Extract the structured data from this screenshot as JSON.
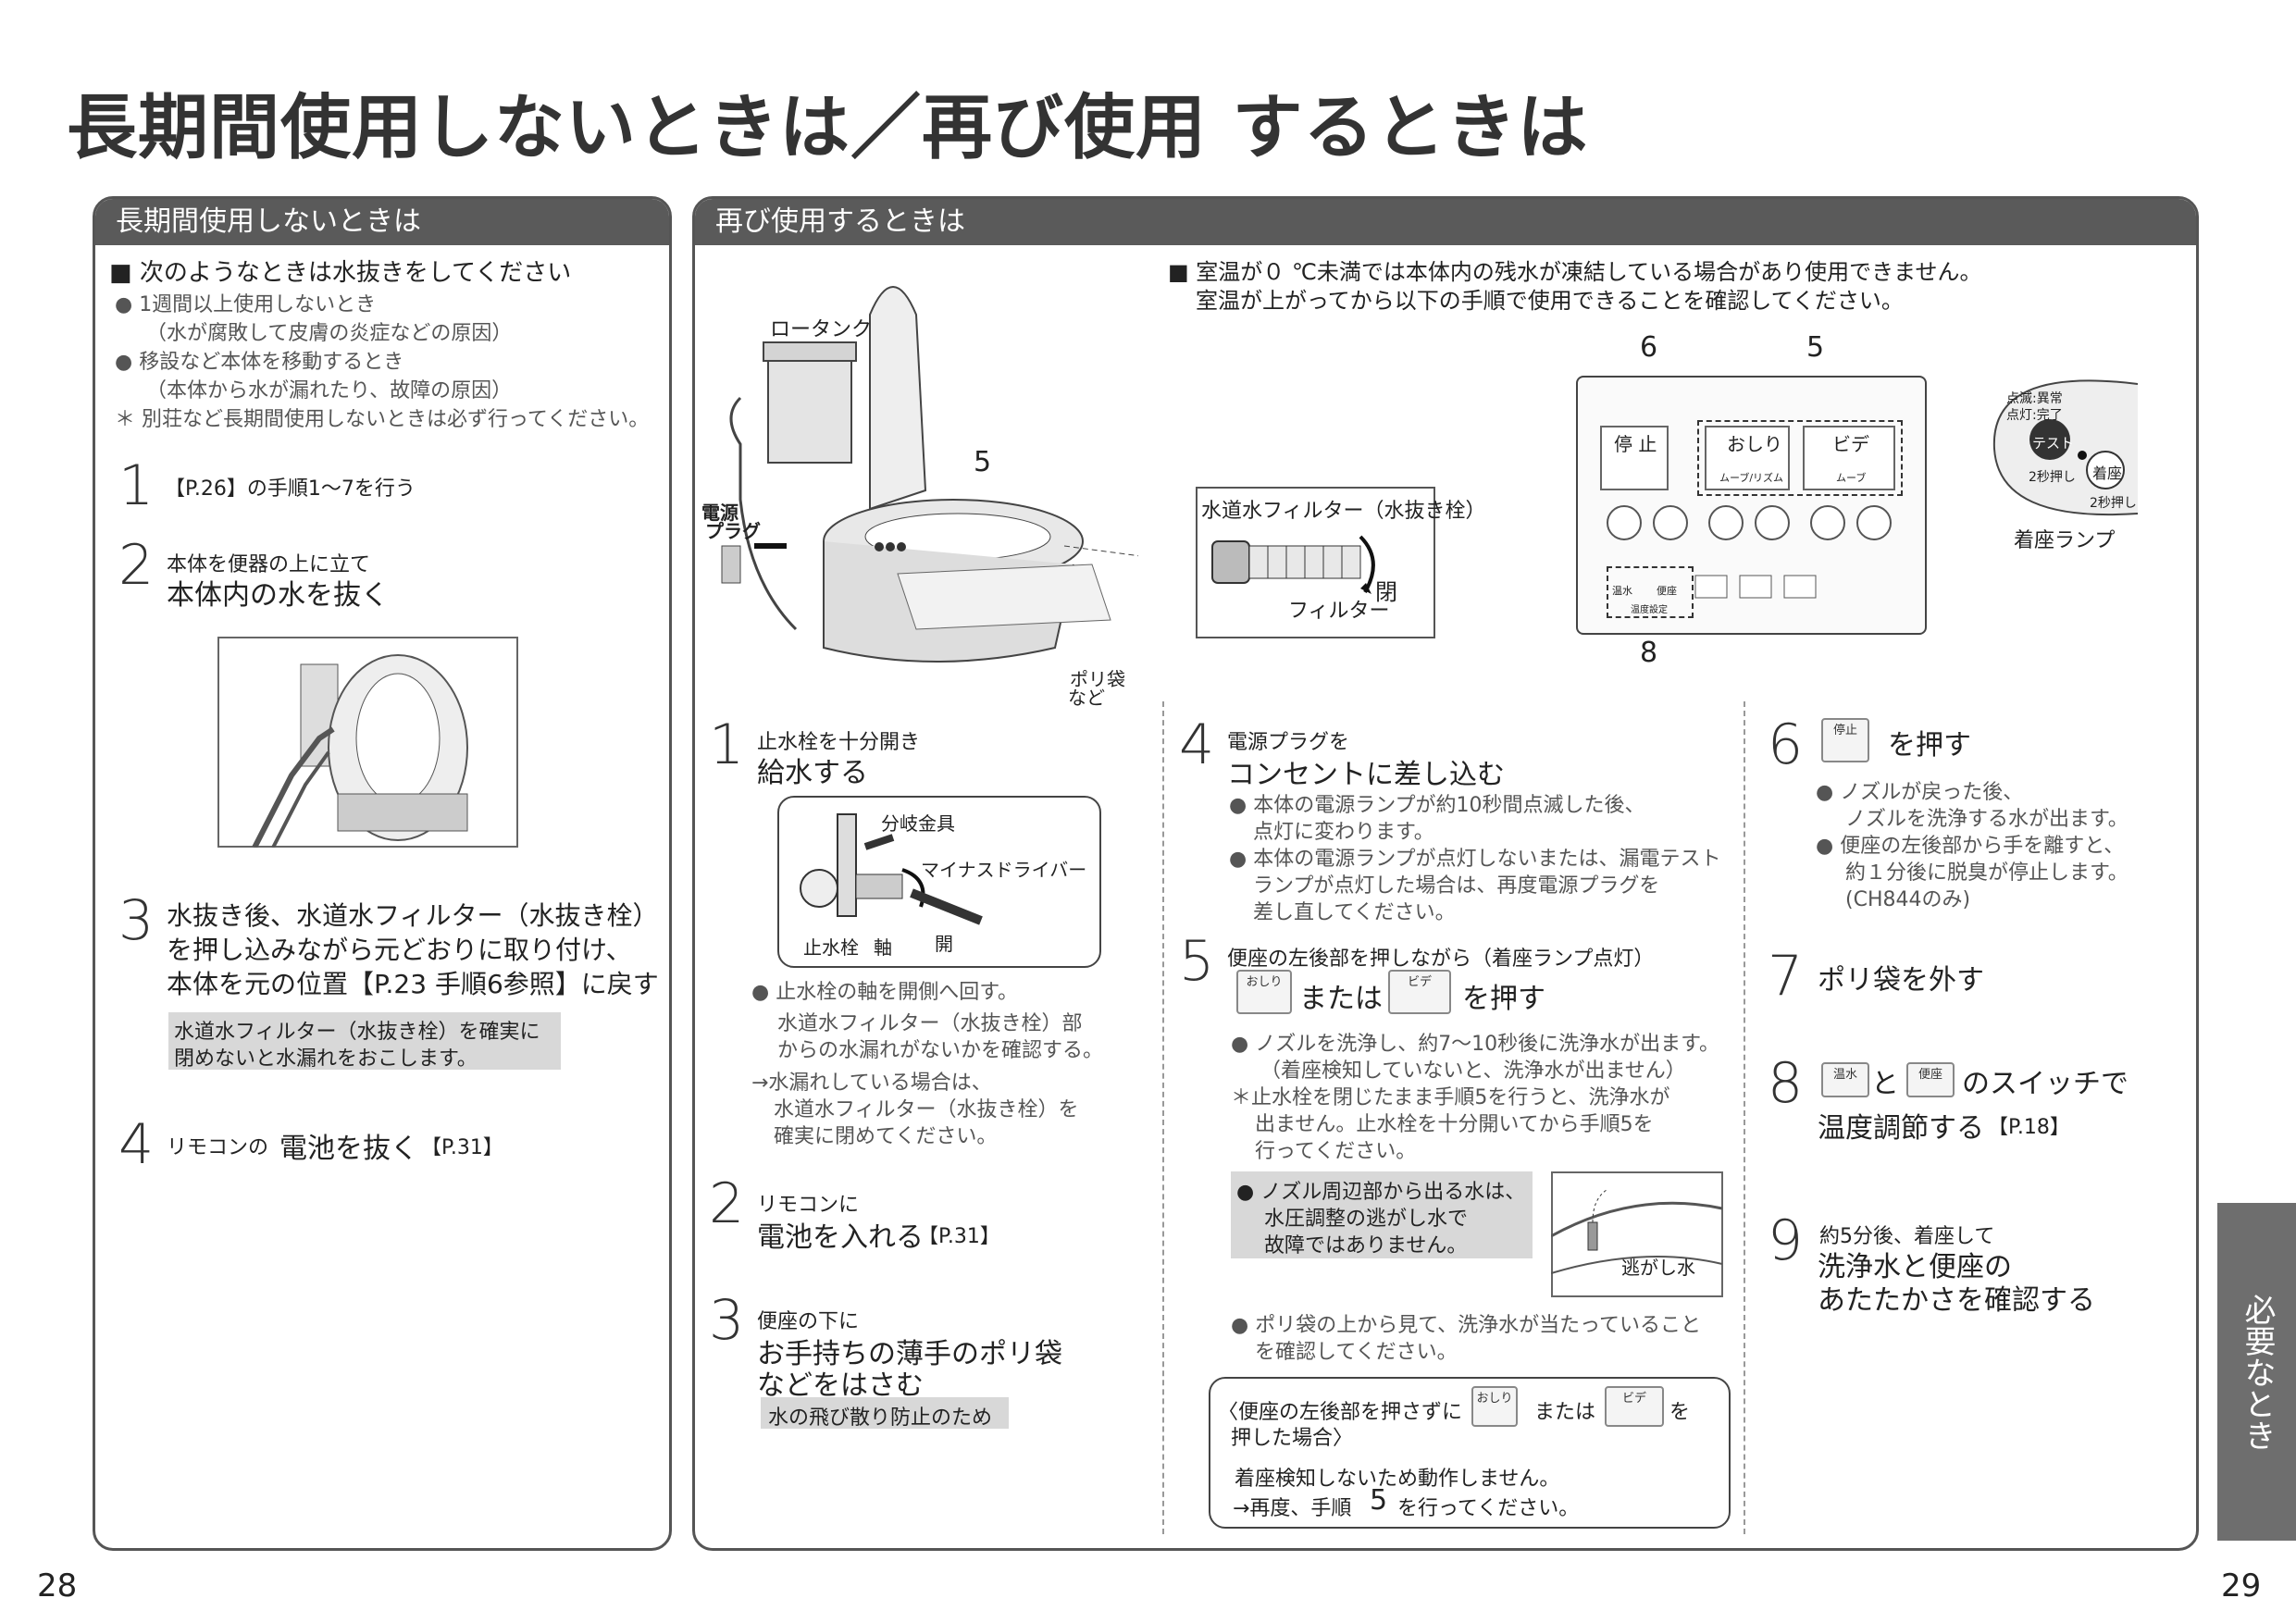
{
  "title": "長期間使用しないときは／再び使用 するときは",
  "left_panel": {
    "heading": "長期間使用しないときは",
    "intro": "■ 次のようなときは水抜きをしてください",
    "bullets": [
      "● 1週間以上使用しないとき",
      "（水が腐敗して皮膚の炎症などの原因）",
      "● 移設など本体を移動するとき",
      "（本体から水が漏れたり、故障の原因）",
      "＊ 別荘など長期間使用しないときは必ず行ってください。"
    ],
    "step1": {
      "num": "1",
      "text": "【P.26】の手順1～7を行う"
    },
    "step2": {
      "num": "2",
      "small": "本体を便器の上に立て",
      "main": "本体内の水を抜く"
    },
    "step3": {
      "num": "3",
      "line1": "水抜き後、水道水フィルター（水抜き栓）",
      "line2": "を押し込みながら元どおりに取り付け、",
      "line3": "本体を元の位置【P.23 手順6参照】に戻す"
    },
    "step3_note": [
      "水道水フィルター（水抜き栓）を確実に",
      "閉めないと水漏れをおこします。"
    ],
    "step4": {
      "num": "4",
      "small": "リモコンの",
      "main": "電池を抜く",
      "ref": "【P.31】"
    }
  },
  "right_panel": {
    "heading": "再び使用するときは",
    "warning": [
      "■ 室温が０ ℃未満では本体内の残水が凍結している場合があり使用できません。",
      "室温が上がってから以下の手順で使用できることを確認してください。"
    ],
    "diagram_labels": {
      "low_tank": "ロータンク",
      "power_plug": [
        "電源",
        "プラグ"
      ],
      "poly_bag": [
        "ポリ袋",
        "など"
      ],
      "filter_title": "水道水フィルター（水抜き栓）",
      "filter": "フィルター",
      "close": "閉",
      "five": "5",
      "six": "6",
      "eight": "8",
      "remote_stop": "停 止",
      "remote_oshiri": "おしり",
      "remote_oshiri_sub": "ムーブ/リズム",
      "remote_bide": "ビデ",
      "remote_bide_sub": "ムーブ",
      "remote_onsui": "温水",
      "remote_benza": "便座",
      "remote_ondo": "温度設定",
      "lamp_blink": [
        "点滅:異常",
        "点灯:完了"
      ],
      "test": "テスト",
      "two_sec_1": "2秒押し",
      "seat": "着座",
      "two_sec_2": "2秒押し",
      "seat_lamp": "着座ランプ"
    },
    "col1": {
      "step1": {
        "num": "1",
        "small": "止水栓を十分開き",
        "main": "給水する"
      },
      "valve_labels": {
        "branch": "分岐金具",
        "driver": "マイナスドライバー",
        "stop_valve": "止水栓",
        "shaft": "軸",
        "open": "開"
      },
      "notes": [
        "● 止水栓の軸を開側へ回す。",
        "水道水フィルター（水抜き栓）部",
        "からの水漏れがないかを確認する。",
        "→水漏れしている場合は、",
        "水道水フィルター（水抜き栓）を",
        "確実に閉めてください。"
      ],
      "step2": {
        "num": "2",
        "small": "リモコンに",
        "main": "電池を入れる",
        "ref": "【P.31】"
      },
      "step3": {
        "num": "3",
        "small": "便座の下に",
        "main1": "お手持ちの薄手のポリ袋",
        "main2": "などをはさむ"
      },
      "step3_note": "水の飛び散り防止のため"
    },
    "col2": {
      "step4": {
        "num": "4",
        "small": "電源プラグを",
        "main": "コンセントに差し込む"
      },
      "step4_notes": [
        "● 本体の電源ランプが約10秒間点滅した後、",
        "点灯に変わります。",
        "● 本体の電源ランプが点灯しないまたは、漏電テスト",
        "ランプが点灯した場合は、再度電源プラグを",
        "差し直してください。"
      ],
      "step5": {
        "num": "5",
        "small": "便座の左後部を押しながら（着座ランプ点灯）",
        "or": "または",
        "press": "を押す"
      },
      "step5_notes": [
        "● ノズルを洗浄し、約7～10秒後に洗浄水が出ます。",
        "（着座検知していないと、洗浄水が出ません）",
        "＊止水栓を閉じたまま手順5を行うと、洗浄水が",
        "出ません。止水栓を十分開いてから手順5を",
        "行ってください。"
      ],
      "gray_note": [
        "● ノズル周辺部から出る水は、",
        "水圧調整の逃がし水で",
        "故障ではありません。"
      ],
      "escape": "逃がし水",
      "poly_note": [
        "● ポリ袋の上から見て、洗浄水が当たっていること",
        "を確認してください。"
      ],
      "box": {
        "l1a": "〈便座の左後部を押さずに",
        "l1b": "または",
        "l1c": "を",
        "l2": "押した場合〉",
        "l3": "着座検知しないため動作しません。",
        "l4a": "→再度、手順",
        "l4b": "5",
        "l4c": "を行ってください。"
      }
    },
    "col3": {
      "step6": {
        "num": "6",
        "press": "を押す",
        "icon": "停止"
      },
      "step6_notes": [
        "● ノズルが戻った後、",
        "ノズルを洗浄する水が出ます。",
        "● 便座の左後部から手を離すと、",
        "約１分後に脱臭が停止します。",
        "(CH844のみ)"
      ],
      "step7": {
        "num": "7",
        "main": "ポリ袋を外す"
      },
      "step8": {
        "num": "8",
        "and": "と",
        "main": "のスイッチで",
        "main2": "温度調節する",
        "ref": "【P.18】"
      },
      "step9": {
        "num": "9",
        "small": "約5分後、着座して",
        "main1": "洗浄水と便座の",
        "main2": "あたたかさを確認する"
      }
    }
  },
  "side_tab": "必要なとき",
  "page_left": "28",
  "page_right": "29"
}
